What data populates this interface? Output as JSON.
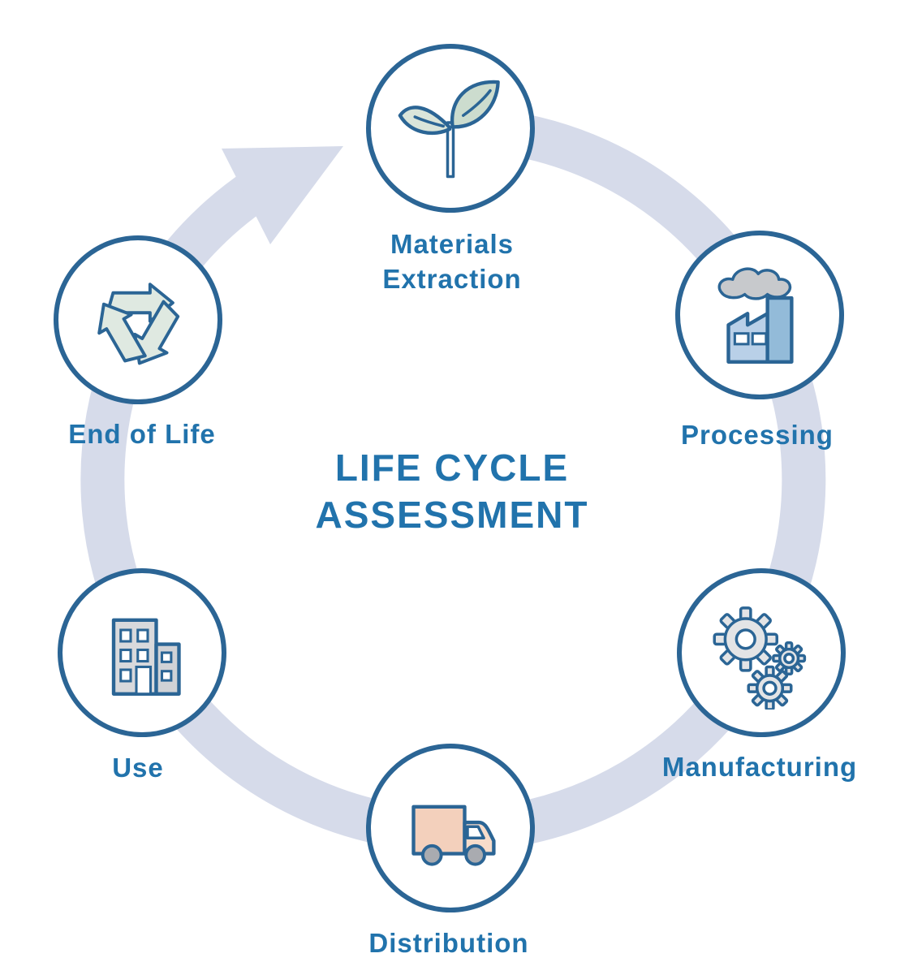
{
  "diagram": {
    "title_line1": "LIFE CYCLE",
    "title_line2": "ASSESSMENT"
  },
  "stages": [
    {
      "label": "Materials Extraction",
      "icon": "seedling-icon",
      "position": "top"
    },
    {
      "label": "Processing",
      "icon": "factory-icon",
      "position": "upper-right"
    },
    {
      "label": "Manufacturing",
      "icon": "gears-icon",
      "position": "lower-right"
    },
    {
      "label": "Distribution",
      "icon": "truck-icon",
      "position": "bottom"
    },
    {
      "label": "Use",
      "icon": "building-icon",
      "position": "lower-left"
    },
    {
      "label": "End of Life",
      "icon": "recycle-icon",
      "position": "upper-left"
    }
  ],
  "colors": {
    "band": "#D6DBEA",
    "circle_border": "#2B6595",
    "text_blue": "#2173AC",
    "leaf_green": "#CCDCCE",
    "leaf_green_light": "#DAE5DA",
    "cloud_gray": "#C7C9CC",
    "factory_blue_light": "#B9D0E8",
    "factory_blue_dark": "#93BBD9",
    "gear_gray": "#E3E4E6",
    "truck_peach": "#F3D0BC",
    "truck_peach_light": "#F7DCCA",
    "wheel_gray": "#A9ABB0",
    "building_gray": "#D8D9DC",
    "building_gray_dark": "#D0D2D6",
    "recycle_green": "#DFE9E1"
  }
}
